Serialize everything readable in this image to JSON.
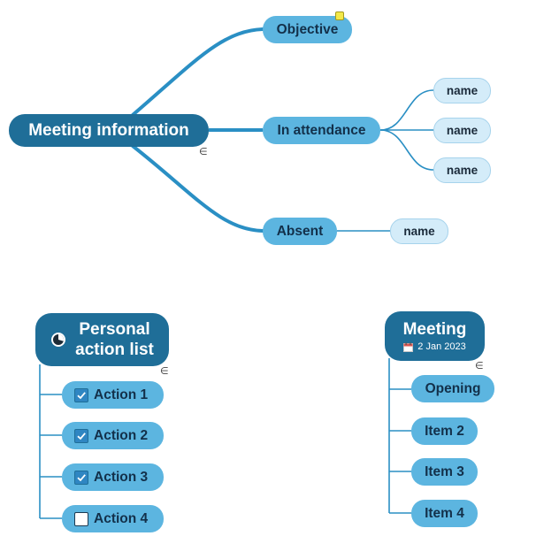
{
  "colors": {
    "root": "#1f6e98",
    "main_topic": "#5cb5e0",
    "subtopic": "#d4ecf9",
    "connector": "#2a8fc4",
    "checkbox": "#2f86c2"
  },
  "map1": {
    "root": "Meeting information",
    "objective": "Objective",
    "attendance": "In attendance",
    "attendees": [
      "name",
      "name",
      "name"
    ],
    "absent": "Absent",
    "absentees": [
      "name"
    ],
    "collapse_icon": "collapse-branch-icon",
    "note_icon": "note-marker-icon"
  },
  "map2": {
    "root_line1": "Personal",
    "root_line2": "action list",
    "root_icon": "progress-pie-icon",
    "actions": [
      {
        "label": "Action 1",
        "checked": true
      },
      {
        "label": "Action 2",
        "checked": true
      },
      {
        "label": "Action 3",
        "checked": true
      },
      {
        "label": "Action 4",
        "checked": false
      }
    ]
  },
  "map3": {
    "root": "Meeting",
    "date": "2 Jan 2023",
    "date_icon": "calendar-icon",
    "items": [
      "Opening",
      "Item 2",
      "Item 3",
      "Item 4"
    ]
  }
}
